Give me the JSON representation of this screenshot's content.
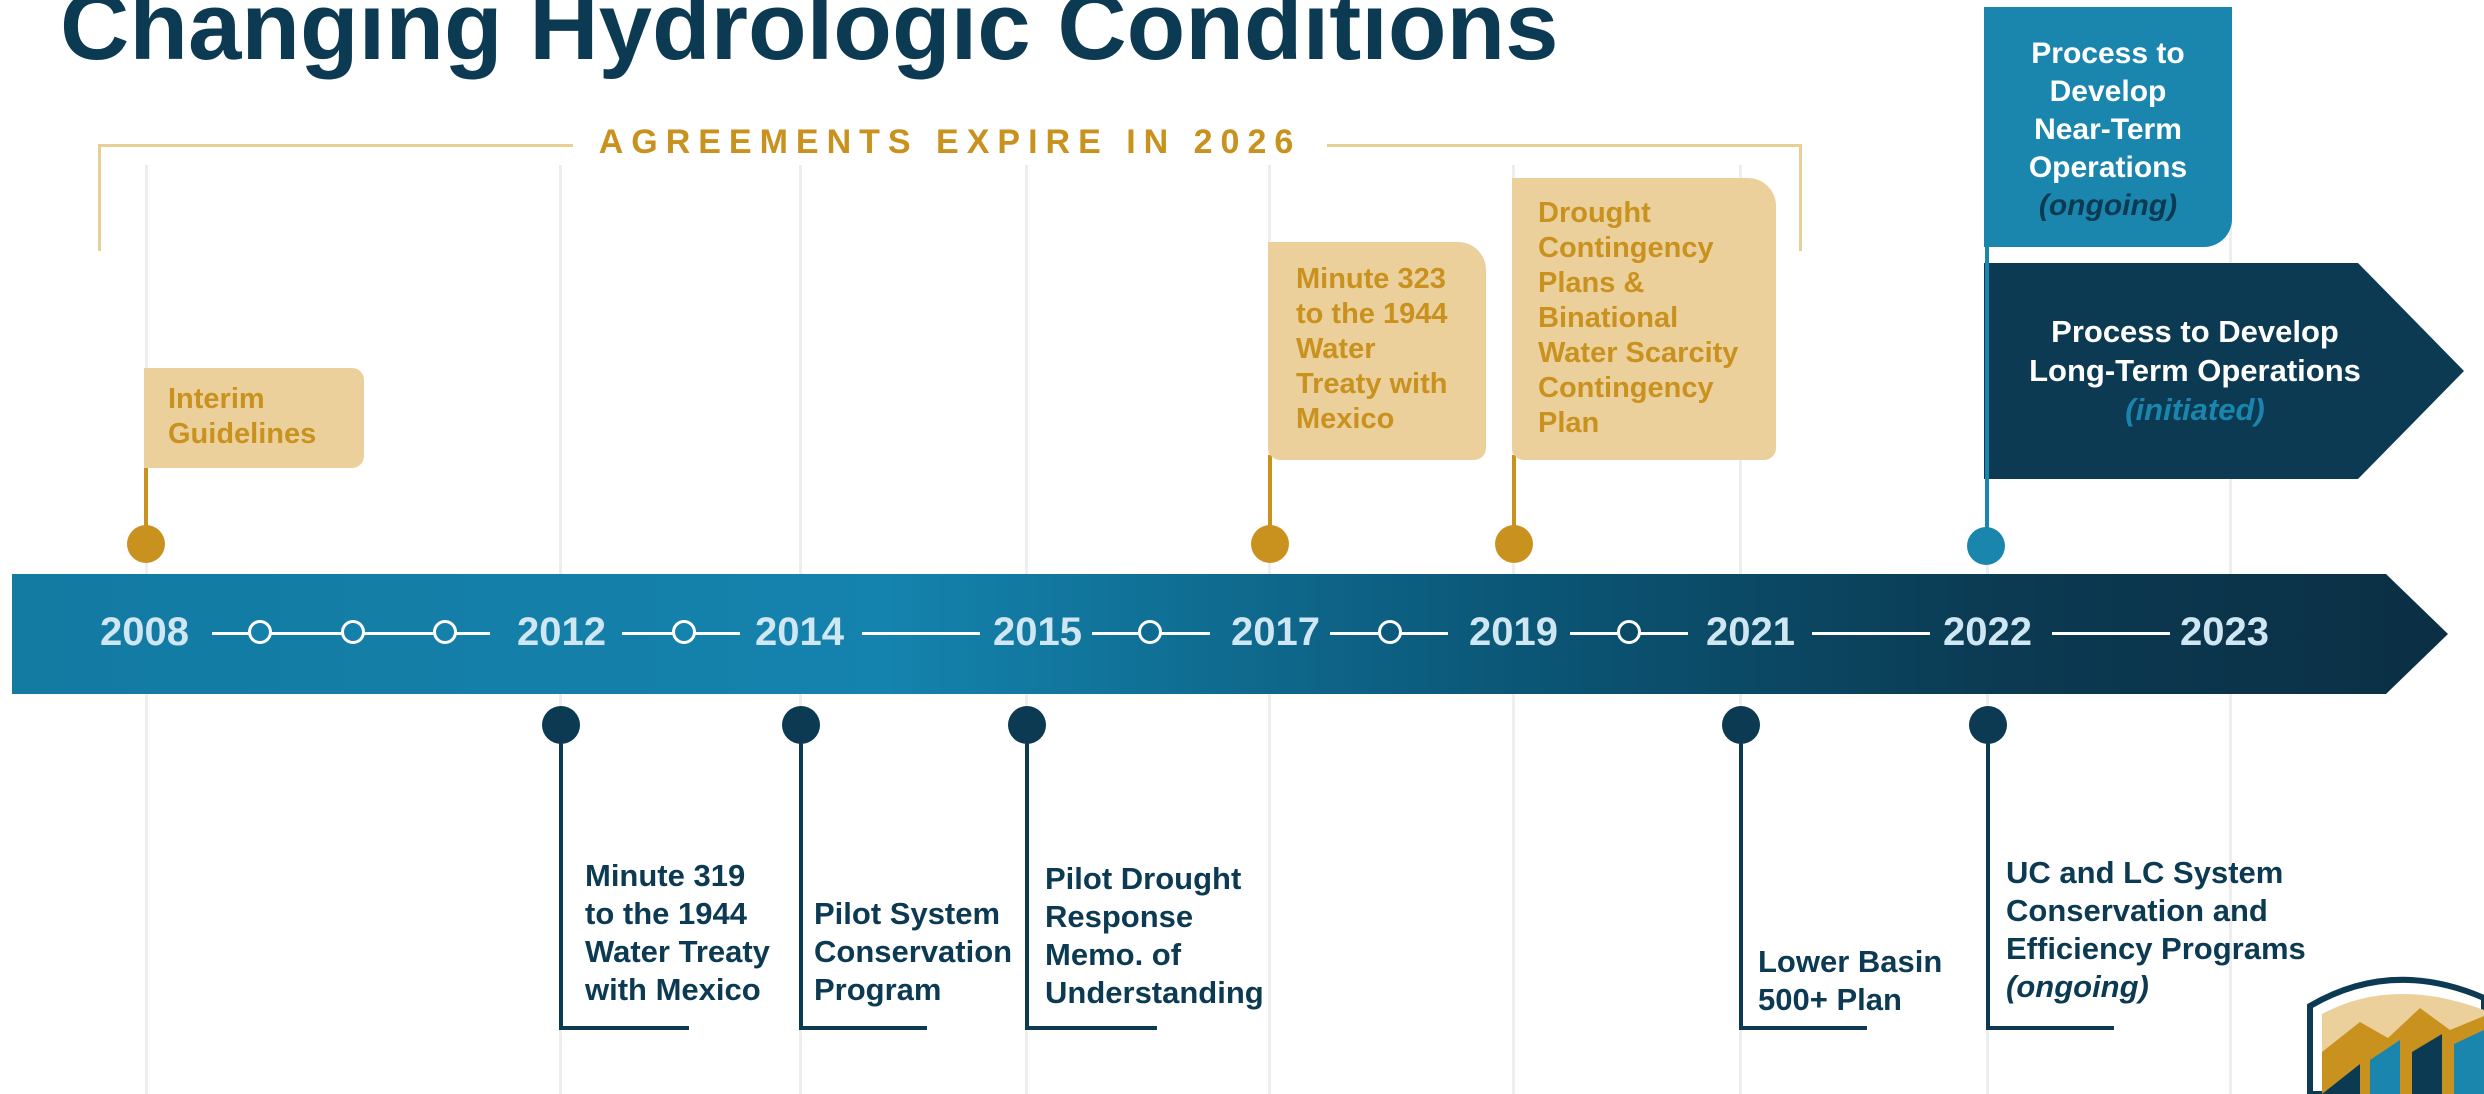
{
  "title": "Changing Hydrologic Conditions",
  "bracket_label": "AGREEMENTS EXPIRE IN 2026",
  "years": [
    "2008",
    "2012",
    "2014",
    "2015",
    "2017",
    "2019",
    "2021",
    "2022",
    "2023"
  ],
  "above_events": {
    "interim": [
      "Interim",
      "Guidelines"
    ],
    "minute323": [
      "Minute 323",
      "to the 1944",
      "Water",
      "Treaty with",
      "Mexico"
    ],
    "drought": [
      "Drought",
      "Contingency",
      "Plans &",
      "Binational",
      "Water Scarcity",
      "Contingency",
      "Plan"
    ]
  },
  "below_events": {
    "minute319": [
      "Minute 319",
      "to the 1944",
      "Water Treaty",
      "with Mexico"
    ],
    "pilot_system": [
      "Pilot System",
      "Conservation",
      "Program"
    ],
    "pilot_drought": [
      "Pilot Drought",
      "Response",
      "Memo. of",
      "Understanding"
    ],
    "lower_basin": [
      "Lower Basin",
      "500+ Plan"
    ],
    "uc_lc": [
      "UC and LC System",
      "Conservation and",
      "Efficiency Programs"
    ],
    "uc_lc_status": "(ongoing)"
  },
  "near_term": {
    "lines": [
      "Process to",
      "Develop",
      "Near-Term",
      "Operations"
    ],
    "status": "(ongoing)"
  },
  "long_term": {
    "lines": [
      "Process to Develop",
      "Long-Term Operations"
    ],
    "status": "(initiated)"
  },
  "colors": {
    "navy": "#0b3a52",
    "teal": "#1a86ae",
    "gold": "#c9921f",
    "gold_light": "#ebd09b",
    "year_text": "#cfe6f3"
  }
}
